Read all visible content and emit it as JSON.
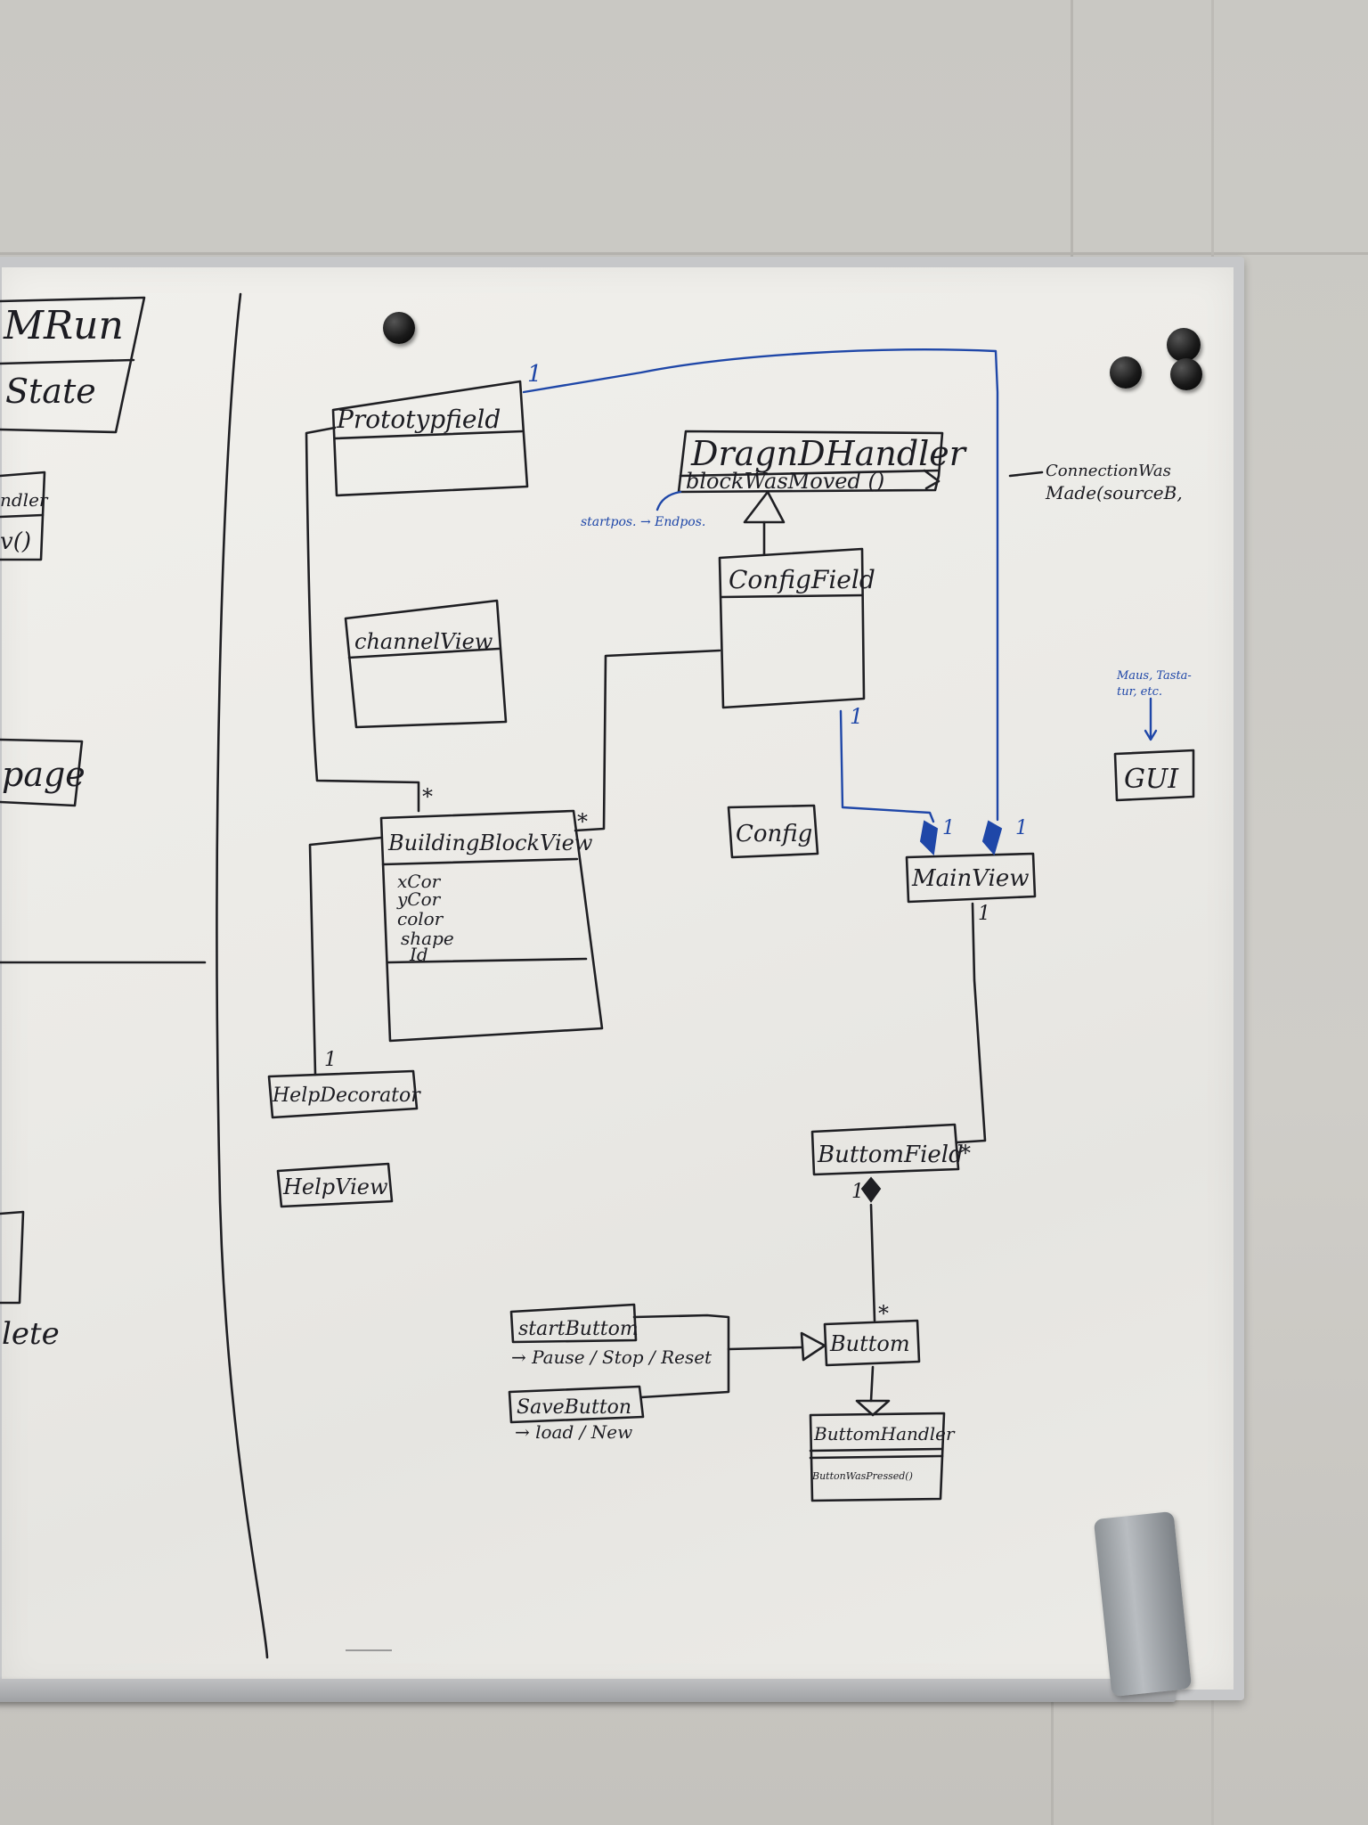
{
  "board": {
    "left_fragments": {
      "title_top": "MRun",
      "title_state": "State",
      "box_a_line1": "ndler",
      "box_a_line2": "v()",
      "page_fragment": "page",
      "lete_fragment": "lete"
    },
    "classes": {
      "prototypfield": {
        "name": "Prototypfield"
      },
      "dragndhandler": {
        "name": "DragnDHandler",
        "method": "blockWasMoved ()"
      },
      "configfield": {
        "name": "ConfigField"
      },
      "channelview": {
        "name": "channelView"
      },
      "buildingblockview": {
        "name": "BuildingBlockView",
        "attributes": [
          "xCor",
          "yCor",
          "color",
          "shape",
          "Id"
        ]
      },
      "config": {
        "name": "Config"
      },
      "mainview": {
        "name": "MainView"
      },
      "gui": {
        "name": "GUI"
      },
      "helpdecorator": {
        "name": "HelpDecorator"
      },
      "helpview": {
        "name": "HelpView"
      },
      "buttonfield": {
        "name": "ButtomField"
      },
      "startbutton": {
        "name": "startButtom",
        "note": "→ Pause / Stop / Reset"
      },
      "savebutton": {
        "name": "SaveButton",
        "note": "→ load / New"
      },
      "button": {
        "name": "Buttom"
      },
      "buttonhandler": {
        "name": "ButtomHandler",
        "method": "ButtonWasPressed()"
      }
    },
    "annotations": {
      "startpos": "startpos. → Endpos.",
      "connection_line1": "ConnectionWas",
      "connection_line2": "Made(sourceB,",
      "mous_line1": "Maus, Tasta-",
      "mous_line2": "tur, etc."
    },
    "multiplicities": {
      "proto_main": "1",
      "bbv_proto": "*",
      "bbv_config": "*",
      "config_main_src": "1",
      "main_diamond_a": "1",
      "main_diamond_b": "1",
      "main_buttomfield": "1",
      "helpdecorator": "1",
      "buttomfield_star": "*",
      "buttomfield_diamond": "1",
      "buttom_star": "*"
    }
  },
  "colors": {
    "ink": "#1f1f23",
    "blue_marker": "#1f47a8",
    "board": "#eeede9"
  }
}
